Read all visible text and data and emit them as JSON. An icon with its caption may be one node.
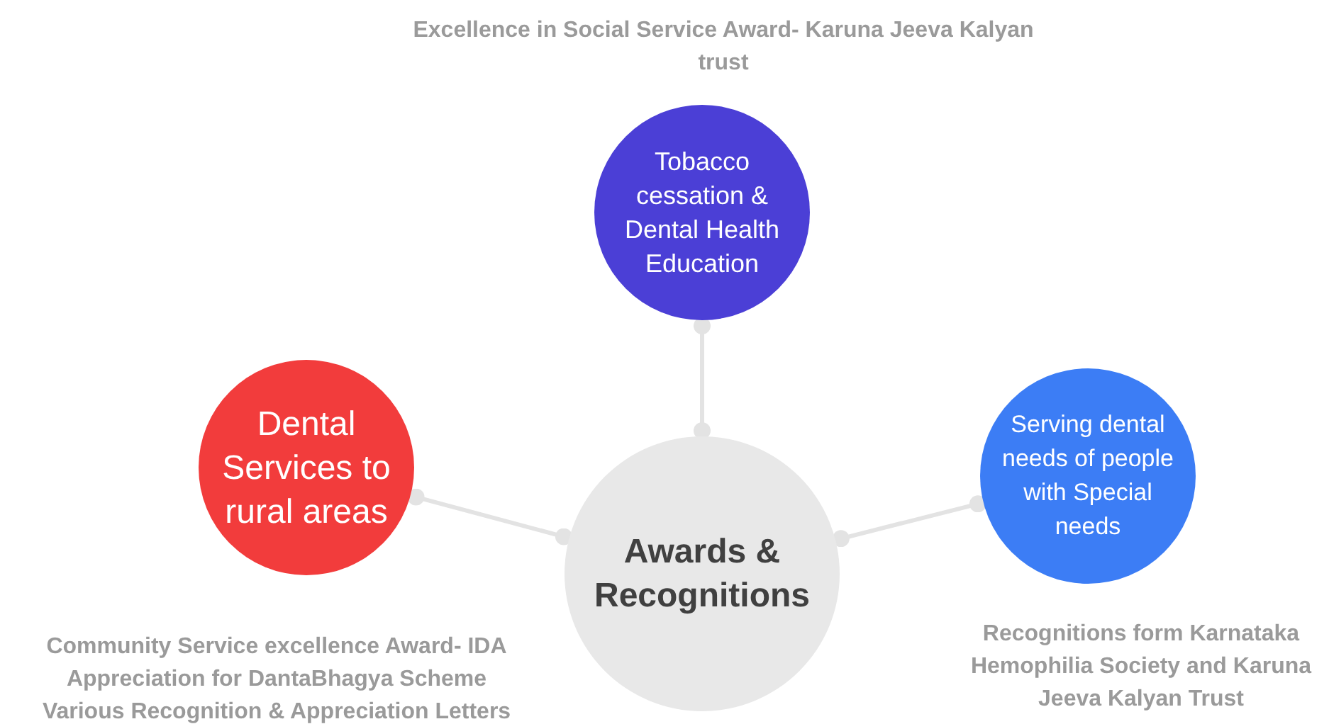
{
  "diagram": {
    "nodes": [
      {
        "text": [
          "Awards & Recognitions"
        ]
      },
      {
        "text": [
          "Tobacco cessation & Dental Health Education"
        ],
        "beside": [
          "Excellence in Social Service Award- Karuna Jeeva Kalyan trust"
        ]
      },
      {
        "text": [
          "Dental Services to rural areas"
        ],
        "beside": [
          "Community Service excellence Award- IDA",
          "Appreciation for DantaBhagya Scheme",
          "Various Recognition & Appreciation Letters"
        ]
      },
      {
        "text": [
          "Serving dental needs of people with Special needs"
        ],
        "beside": [
          "Recognitions form Karnataka Hemophilia Society and Karuna Jeeva Kalyan Trust"
        ]
      }
    ],
    "edges": [
      {
        "from": 0,
        "to": 1,
        "arrow": "other"
      },
      {
        "from": 0,
        "to": 2,
        "arrow": "other"
      },
      {
        "from": 0,
        "to": 3,
        "arrow": "other"
      }
    ]
  }
}
